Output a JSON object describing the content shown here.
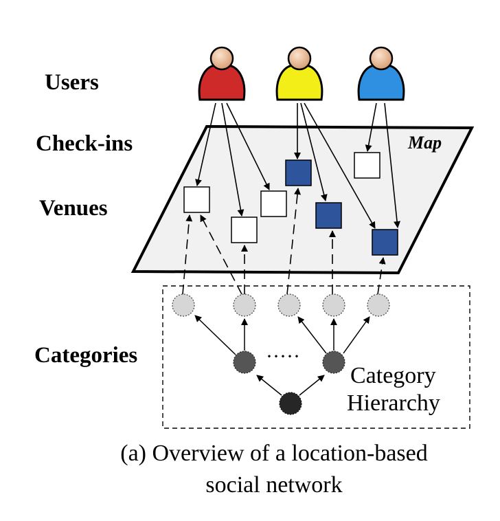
{
  "labels": {
    "users": "Users",
    "checkins": "Check-ins",
    "venues": "Venues",
    "categories": "Categories",
    "map": "Map",
    "ellipsis": "·····",
    "hierarchy_line1": "Category",
    "hierarchy_line2": "Hierarchy"
  },
  "caption": {
    "line1": "(a) Overview of a location-based",
    "line2": "social network"
  },
  "users": [
    {
      "name": "user-red",
      "color": "#cf2a2a"
    },
    {
      "name": "user-yellow",
      "color": "#f4ee18"
    },
    {
      "name": "user-blue",
      "color": "#2f8fe0"
    }
  ],
  "colors": {
    "venue_visited": "#2e559b",
    "venue_plain": "#ffffff",
    "map_fill": "#f1f1f1",
    "category_leaf": "#d6d6d6",
    "category_mid": "#555555",
    "category_root": "#262626"
  }
}
